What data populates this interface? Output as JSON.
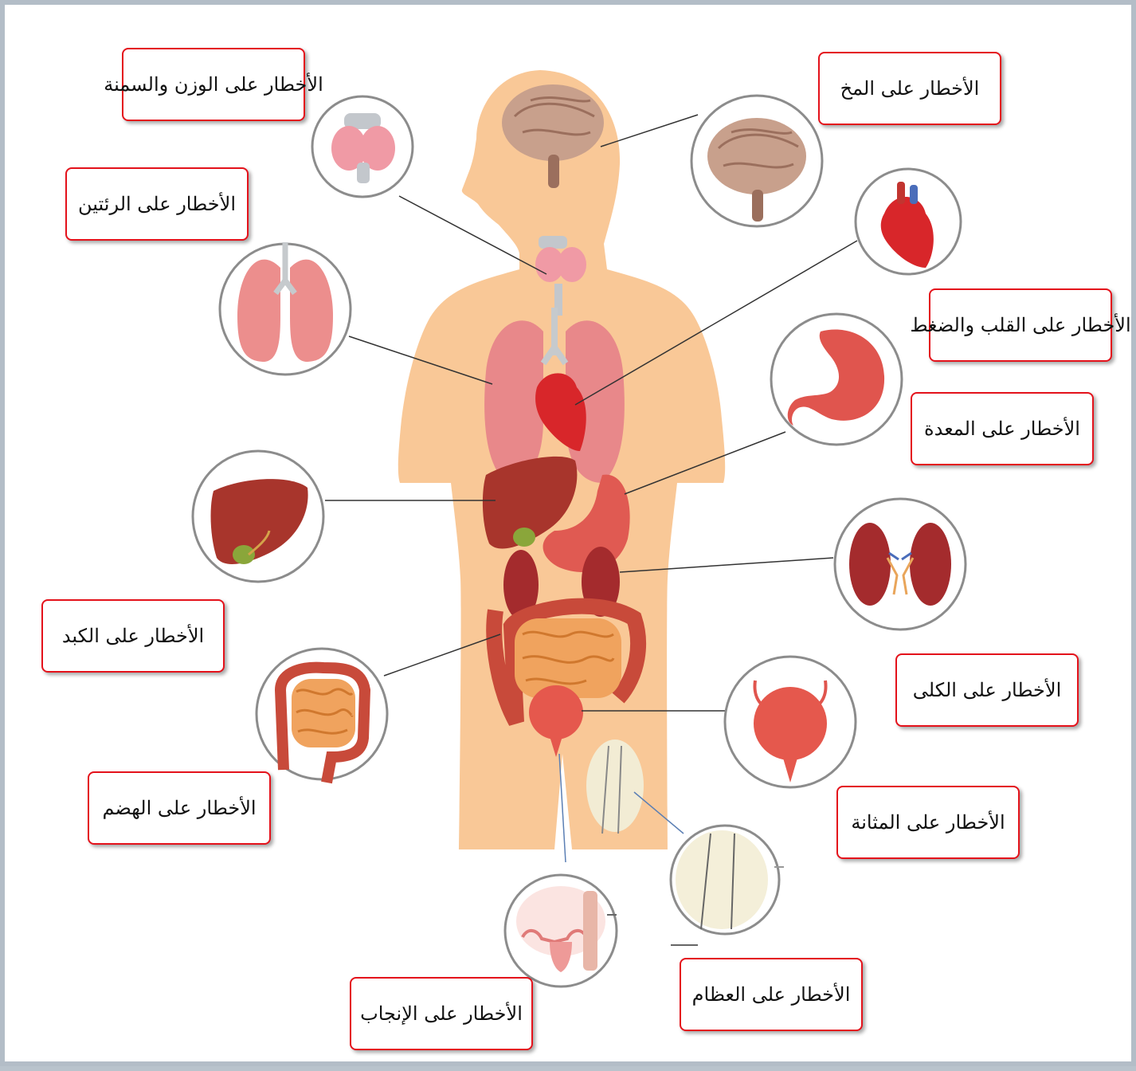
{
  "colors": {
    "label_border": "#e4121b",
    "body_silhouette": "#f9c897",
    "circle_border": "#8c8c8c",
    "connector_line": "#333333"
  },
  "labels": {
    "weight": "الأخطار على الوزن والسمنة",
    "brain": "الأخطار على المخ",
    "lungs": "الأخطار على الرئتين",
    "heart": "الأخطار على القلب والضغط",
    "stomach": "الأخطار على المعدة",
    "liver": "الأخطار على الكبد",
    "kidneys": "الأخطار على الكلى",
    "digestion": "الأخطار على الهضم",
    "bladder": "الأخطار على المثانة",
    "bones": "الأخطار على العظام",
    "reproduction": "الأخطار على الإنجاب"
  },
  "icons": {
    "thyroid": "thyroid-icon",
    "brain": "brain-icon",
    "lungs": "lungs-icon",
    "heart": "heart-icon",
    "stomach": "stomach-icon",
    "liver": "liver-icon",
    "kidneys": "kidneys-icon",
    "intestines": "intestines-icon",
    "bladder": "bladder-icon",
    "bone": "bone-icon",
    "uterus": "uterus-icon"
  }
}
